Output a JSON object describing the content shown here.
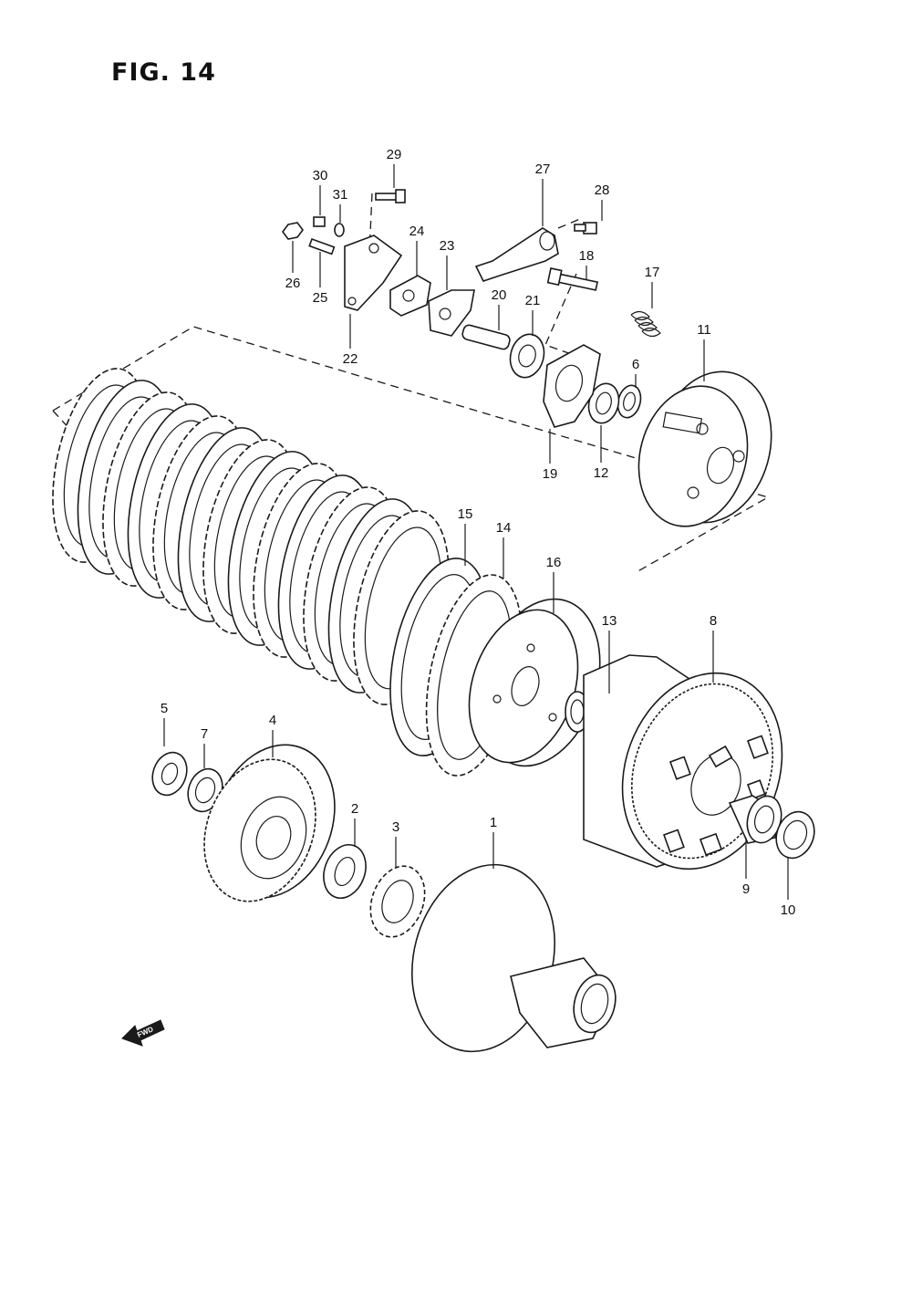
{
  "figure": {
    "title": "FIG. 14",
    "fwd_label": "FWD",
    "callouts": [
      "1",
      "2",
      "3",
      "4",
      "5",
      "6",
      "7",
      "8",
      "9",
      "10",
      "11",
      "12",
      "13",
      "14",
      "15",
      "16",
      "17",
      "18",
      "19",
      "20",
      "21",
      "22",
      "23",
      "24",
      "25",
      "26",
      "27",
      "28",
      "29",
      "30",
      "31"
    ]
  },
  "colors": {
    "line": "#1a1a1a",
    "background": "#ffffff"
  }
}
